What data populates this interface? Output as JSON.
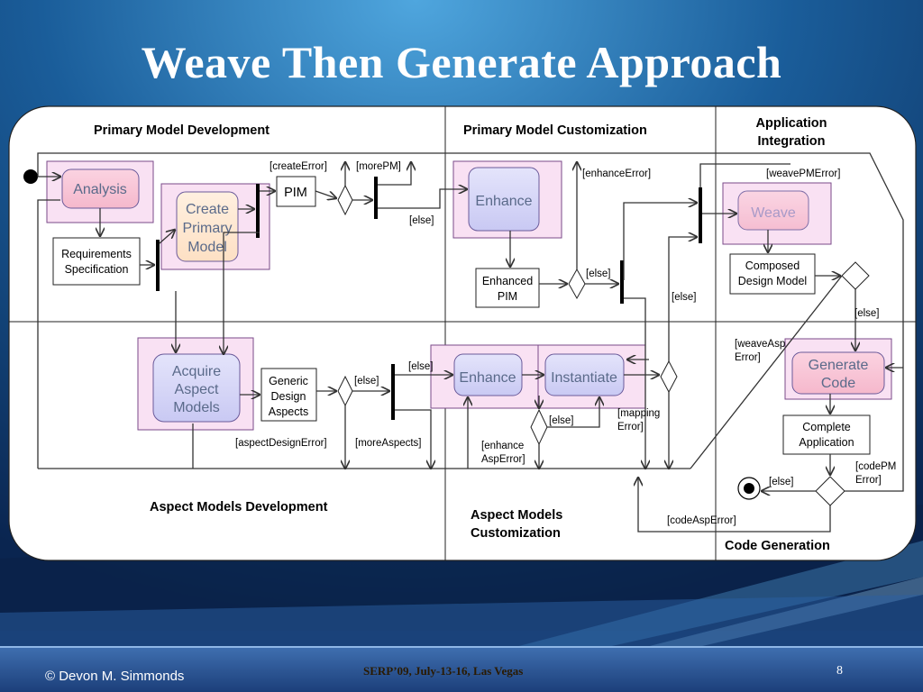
{
  "slide": {
    "title": "Weave Then Generate Approach",
    "footer_author": "© Devon M. Simmonds",
    "footer_event": "SERP’09, July-13-16, Las Vegas",
    "page_number": "8"
  },
  "lanes": {
    "primary_dev": "Primary Model Development",
    "primary_custom": "Primary Model Customization",
    "app_integration_1": "Application",
    "app_integration_2": "Integration",
    "aspect_dev": "Aspect Models Development",
    "aspect_custom_1": "Aspect Models",
    "aspect_custom_2": "Customization",
    "code_gen": "Code Generation"
  },
  "activities": {
    "analysis": "Analysis",
    "create_1": "Create",
    "create_2": "Primary",
    "create_3": "Model",
    "enhance_pm": "Enhance",
    "weave": "Weave",
    "acquire_1": "Acquire",
    "acquire_2": "Aspect",
    "acquire_3": "Models",
    "enhance_asp": "Enhance",
    "instantiate": "Instantiate",
    "generate_1": "Generate",
    "generate_2": "Code"
  },
  "artifacts": {
    "req_1": "Requirements",
    "req_2": "Specification",
    "pim": "PIM",
    "enhanced_1": "Enhanced",
    "enhanced_2": "PIM",
    "composed_1": "Composed",
    "composed_2": "Design Model",
    "generic_1": "Generic",
    "generic_2": "Design",
    "generic_3": "Aspects",
    "complete_1": "Complete",
    "complete_2": "Application"
  },
  "guards": {
    "create_error": "[createError]",
    "more_pm": "[morePM]",
    "else_pim": "[else]",
    "enhance_error": "[enhanceError]",
    "else_enh": "[else]",
    "else_enh2": "[else]",
    "weave_pm_error": "[weavePMError]",
    "else_weave": "[else]",
    "weave_asp_1": "[weaveAsp",
    "weave_asp_2": "Error]",
    "else_asp": "[else]",
    "else_inst": "[else]",
    "else_mid": "[else]",
    "mapping_1": "[mapping",
    "mapping_2": "Error]",
    "aspect_design_error": "[aspectDesignError]",
    "more_aspects": "[moreAspects]",
    "enhance_asp_1": "[enhance",
    "enhance_asp_2": "AspError]",
    "code_pm_1": "[codePM",
    "code_pm_2": "Error]",
    "else_final": "[else]",
    "code_asp_error": "[codeAspError]"
  }
}
